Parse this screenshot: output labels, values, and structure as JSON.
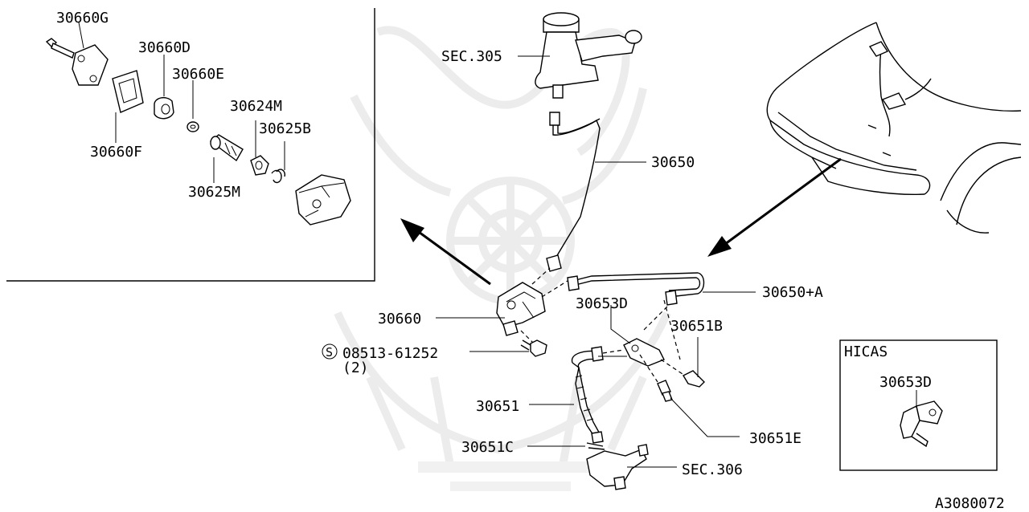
{
  "colors": {
    "line": "#000000",
    "watermark": "#ececec",
    "background": "#ffffff"
  },
  "parts": {
    "p30660G": "30660G",
    "p30660D": "30660D",
    "p30660E": "30660E",
    "p30660F": "30660F",
    "p30624M": "30624M",
    "p30625B": "30625B",
    "p30625M": "30625M",
    "sec305": "SEC.305",
    "p30650": "30650",
    "p30650A": "30650+A",
    "p30653D": "30653D",
    "p30651B": "30651B",
    "p30660": "30660",
    "bolt_code": "08513-61252",
    "bolt_symbol": "S",
    "bolt_qty": "(2)",
    "p30651": "30651",
    "p30651C": "30651C",
    "p30651E": "30651E",
    "sec306": "SEC.306"
  },
  "inset": {
    "title": "HICAS",
    "part": "30653D"
  },
  "diagram_id": "A3080072",
  "icons": [
    "watermark-emblem",
    "arrow-icon",
    "bolt-symbol-icon"
  ]
}
